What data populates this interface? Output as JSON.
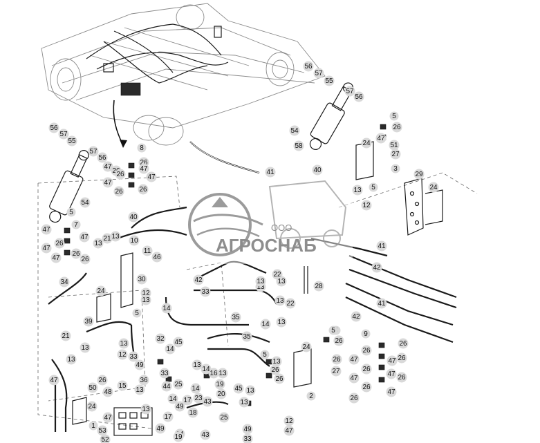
{
  "watermark": {
    "company_prefix": "ООО",
    "company_name": "АГРОСНАБ"
  },
  "callouts": [
    {
      "label": "56"
    },
    {
      "label": "57"
    },
    {
      "label": "55"
    },
    {
      "label": "57"
    },
    {
      "label": "56"
    },
    {
      "label": "5"
    },
    {
      "label": "26"
    },
    {
      "label": "47"
    },
    {
      "label": "51"
    },
    {
      "label": "27"
    },
    {
      "label": "3"
    },
    {
      "label": "54"
    },
    {
      "label": "58"
    },
    {
      "label": "40"
    },
    {
      "label": "24"
    },
    {
      "label": "5"
    },
    {
      "label": "29"
    },
    {
      "label": "24"
    },
    {
      "label": "56"
    },
    {
      "label": "57"
    },
    {
      "label": "55"
    },
    {
      "label": "57"
    },
    {
      "label": "56"
    },
    {
      "label": "8"
    },
    {
      "label": "47"
    },
    {
      "label": "26"
    },
    {
      "label": "26"
    },
    {
      "label": "47"
    },
    {
      "label": "47"
    },
    {
      "label": "26"
    },
    {
      "label": "47"
    },
    {
      "label": "26"
    },
    {
      "label": "26"
    },
    {
      "label": "41"
    },
    {
      "label": "54"
    },
    {
      "label": "13"
    },
    {
      "label": "12"
    },
    {
      "label": "5"
    },
    {
      "label": "7"
    },
    {
      "label": "47"
    },
    {
      "label": "26"
    },
    {
      "label": "47"
    },
    {
      "label": "47"
    },
    {
      "label": "26"
    },
    {
      "label": "47"
    },
    {
      "label": "26"
    },
    {
      "label": "34"
    },
    {
      "label": "40"
    },
    {
      "label": "13"
    },
    {
      "label": "21"
    },
    {
      "label": "13"
    },
    {
      "label": "10"
    },
    {
      "label": "11"
    },
    {
      "label": "46"
    },
    {
      "label": "30"
    },
    {
      "label": "41"
    },
    {
      "label": "42"
    },
    {
      "label": "41"
    },
    {
      "label": "42"
    },
    {
      "label": "22"
    },
    {
      "label": "13"
    },
    {
      "label": "28"
    },
    {
      "label": "42"
    },
    {
      "label": "33"
    },
    {
      "label": "13"
    },
    {
      "label": "13"
    },
    {
      "label": "24"
    },
    {
      "label": "12"
    },
    {
      "label": "13"
    },
    {
      "label": "14"
    },
    {
      "label": "33"
    },
    {
      "label": "13"
    },
    {
      "label": "22"
    },
    {
      "label": "5"
    },
    {
      "label": "39"
    },
    {
      "label": "35"
    },
    {
      "label": "13"
    },
    {
      "label": "14"
    },
    {
      "label": "35"
    },
    {
      "label": "9"
    },
    {
      "label": "5"
    },
    {
      "label": "26"
    },
    {
      "label": "47"
    },
    {
      "label": "26"
    },
    {
      "label": "47"
    },
    {
      "label": "26"
    },
    {
      "label": "47"
    },
    {
      "label": "26"
    },
    {
      "label": "47"
    },
    {
      "label": "26"
    },
    {
      "label": "47"
    },
    {
      "label": "26"
    },
    {
      "label": "47"
    },
    {
      "label": "26"
    },
    {
      "label": "47"
    },
    {
      "label": "26"
    },
    {
      "label": "21"
    },
    {
      "label": "13"
    },
    {
      "label": "13"
    },
    {
      "label": "13"
    },
    {
      "label": "32"
    },
    {
      "label": "45"
    },
    {
      "label": "12"
    },
    {
      "label": "49"
    },
    {
      "label": "14"
    },
    {
      "label": "33"
    },
    {
      "label": "24"
    },
    {
      "label": "5"
    },
    {
      "label": "26"
    },
    {
      "label": "26"
    },
    {
      "label": "27"
    },
    {
      "label": "2"
    },
    {
      "label": "5"
    },
    {
      "label": "13"
    },
    {
      "label": "26"
    },
    {
      "label": "26"
    },
    {
      "label": "47"
    },
    {
      "label": "26"
    },
    {
      "label": "36"
    },
    {
      "label": "44"
    },
    {
      "label": "13"
    },
    {
      "label": "14"
    },
    {
      "label": "16"
    },
    {
      "label": "13"
    },
    {
      "label": "19"
    },
    {
      "label": "15"
    },
    {
      "label": "50"
    },
    {
      "label": "48"
    },
    {
      "label": "47"
    },
    {
      "label": "13"
    },
    {
      "label": "25"
    },
    {
      "label": "14"
    },
    {
      "label": "45"
    },
    {
      "label": "13"
    },
    {
      "label": "14"
    },
    {
      "label": "17"
    },
    {
      "label": "23"
    },
    {
      "label": "17"
    },
    {
      "label": "20"
    },
    {
      "label": "13"
    },
    {
      "label": "24"
    },
    {
      "label": "43"
    },
    {
      "label": "49"
    },
    {
      "label": "25"
    },
    {
      "label": "12"
    },
    {
      "label": "14"
    },
    {
      "label": "18"
    },
    {
      "label": "13"
    },
    {
      "label": "1"
    },
    {
      "label": "53"
    },
    {
      "label": "52"
    },
    {
      "label": "49"
    },
    {
      "label": "19"
    },
    {
      "label": "43"
    },
    {
      "label": "49"
    },
    {
      "label": "33"
    },
    {
      "label": "47"
    },
    {
      "label": "26"
    }
  ]
}
